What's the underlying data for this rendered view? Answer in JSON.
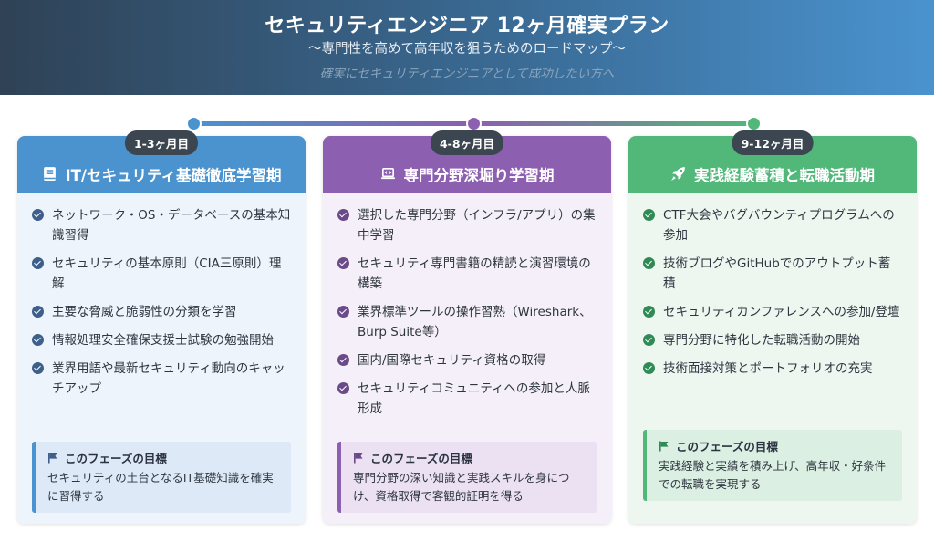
{
  "header": {
    "title": "セキュリティエンジニア 12ヶ月確実プラン",
    "subtitle": "〜専門性を高めて高年収を狙うためのロードマップ〜",
    "tagline": "確実にセキュリティエンジニアとして成功したい方へ"
  },
  "colors": {
    "blue": "#4a93cf",
    "purple": "#8c5fb0",
    "green": "#52b879",
    "badge": "#3c4651"
  },
  "phases": [
    {
      "period": "1-3ヶ月目",
      "icon": "book-icon",
      "title": "IT/セキュリティ基礎徹底学習期",
      "items": [
        "ネットワーク・OS・データベースの基本知識習得",
        "セキュリティの基本原則（CIA三原則）理解",
        "主要な脅威と脆弱性の分類を学習",
        "情報処理安全確保支援士試験の勉強開始",
        "業界用語や最新セキュリティ動向のキャッチアップ"
      ],
      "goal_title": "このフェーズの目標",
      "goal_text": "セキュリティの土台となるIT基礎知識を確実に習得する"
    },
    {
      "period": "4-8ヶ月目",
      "icon": "laptop-code-icon",
      "title": "専門分野深堀り学習期",
      "items": [
        "選択した専門分野（インフラ/アプリ）の集中学習",
        "セキュリティ専門書籍の精読と演習環境の構築",
        "業界標準ツールの操作習熟（Wireshark、Burp Suite等）",
        "国内/国際セキュリティ資格の取得",
        "セキュリティコミュニティへの参加と人脈形成"
      ],
      "goal_title": "このフェーズの目標",
      "goal_text": "専門分野の深い知識と実践スキルを身につけ、資格取得で客観的証明を得る"
    },
    {
      "period": "9-12ヶ月目",
      "icon": "rocket-icon",
      "title": "実践経験蓄積と転職活動期",
      "items": [
        "CTF大会やバグバウンティプログラムへの参加",
        "技術ブログやGitHubでのアウトプット蓄積",
        "セキュリティカンファレンスへの参加/登壇",
        "専門分野に特化した転職活動の開始",
        "技術面接対策とポートフォリオの充実"
      ],
      "goal_title": "このフェーズの目標",
      "goal_text": "実践経験と実績を積み上げ、高年収・好条件での転職を実現する"
    }
  ]
}
